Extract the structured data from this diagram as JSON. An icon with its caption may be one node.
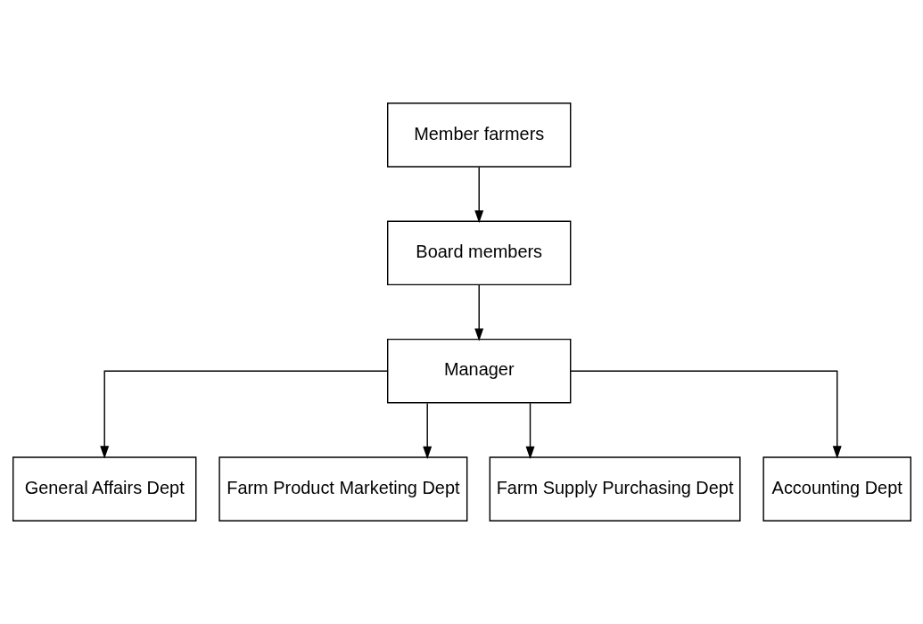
{
  "diagram": {
    "nodes": [
      {
        "text": [
          "Member farmers"
        ]
      },
      {
        "text": [
          "Board members"
        ]
      },
      {
        "text": [
          "Manager"
        ]
      },
      {
        "text": [
          "General Affairs Dept"
        ]
      },
      {
        "text": [
          "Farm Product Marketing Dept"
        ]
      },
      {
        "text": [
          "Farm Supply Purchasing Dept"
        ]
      },
      {
        "text": [
          "Accounting Dept"
        ]
      }
    ],
    "edges": [
      {
        "from": 0,
        "to": 1,
        "arrow": "to"
      },
      {
        "from": 1,
        "to": 2,
        "arrow": "to"
      },
      {
        "from": 2,
        "to": 3,
        "arrow": "to"
      },
      {
        "from": 2,
        "to": 4,
        "arrow": "to"
      },
      {
        "from": 2,
        "to": 5,
        "arrow": "to"
      },
      {
        "from": 2,
        "to": 6,
        "arrow": "to"
      }
    ]
  }
}
